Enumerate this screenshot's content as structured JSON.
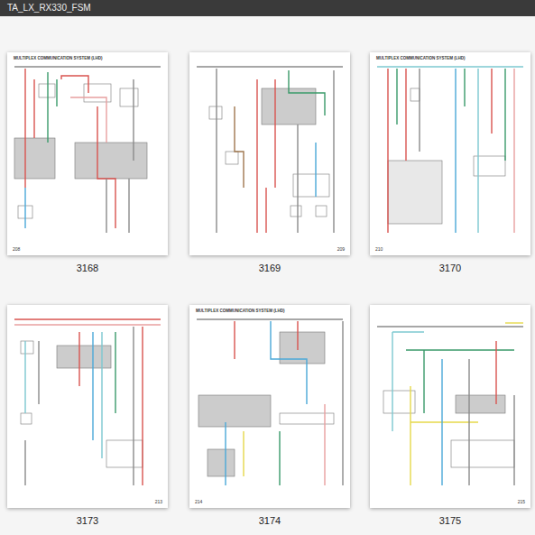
{
  "diagram": {
    "title": "TA_LX_RX330_FSM",
    "nodes": [
      {
        "text": [
          "MULTIPLEX COMMUNICATION SYSTEM (LHD)",
          "208",
          "3168"
        ]
      },
      {
        "text": [
          "209",
          "3169"
        ]
      },
      {
        "text": [
          "MULTIPLEX COMMUNICATION SYSTEM (LHD)",
          "210",
          "3170"
        ]
      },
      {
        "text": [
          "213",
          "3173"
        ]
      },
      {
        "text": [
          "MULTIPLEX COMMUNICATION SYSTEM (LHD)",
          "214",
          "3174"
        ]
      },
      {
        "text": [
          "215",
          "3175"
        ]
      }
    ]
  }
}
